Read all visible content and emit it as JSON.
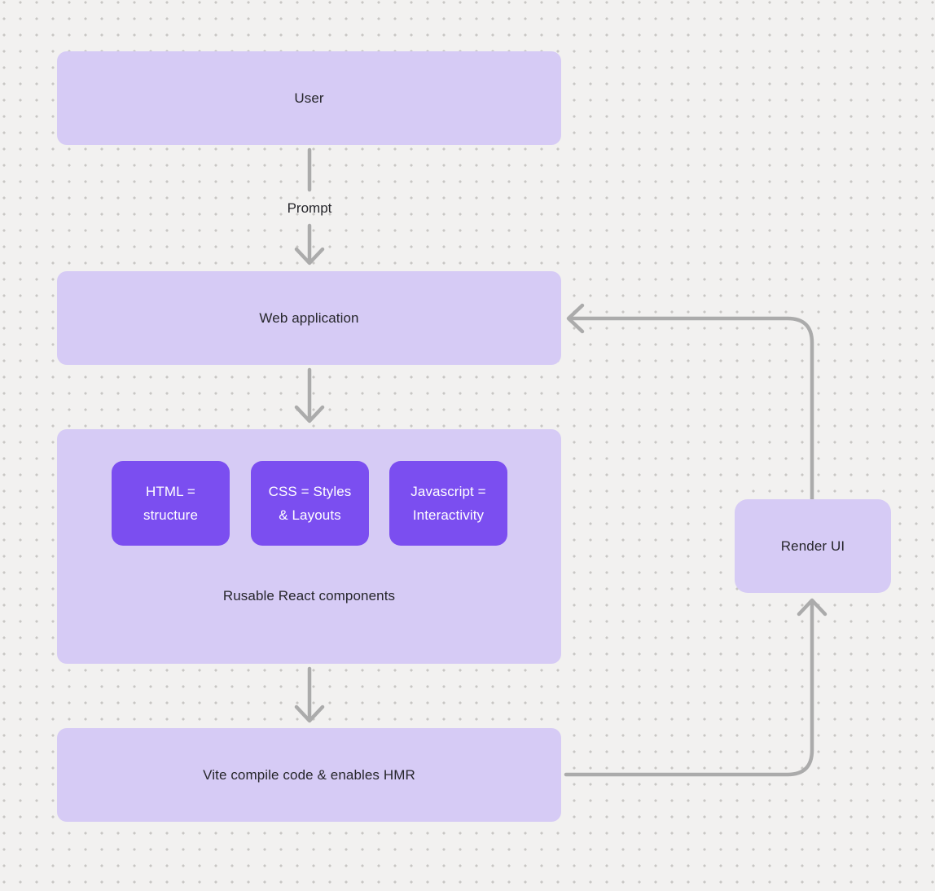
{
  "colors": {
    "background": "#f2f1f0",
    "dot": "#c8c6c4",
    "node_fill": "#d6cbf5",
    "chip_fill": "#7b4ef0",
    "connector": "#ababab",
    "text_dark": "#26262b",
    "text_light": "#ffffff"
  },
  "nodes": {
    "user": {
      "label": "User"
    },
    "web_application": {
      "label": "Web application"
    },
    "components_group": {
      "caption": "Rusable React components",
      "chips": {
        "html": {
          "line1": "HTML =",
          "line2": "structure"
        },
        "css": {
          "line1": "CSS = Styles",
          "line2": "& Layouts"
        },
        "javascript": {
          "line1": "Javascript =",
          "line2": "Interactivity"
        }
      }
    },
    "vite": {
      "label": "Vite compile code & enables HMR"
    },
    "render_ui": {
      "label": "Render UI"
    }
  },
  "edges": {
    "user_to_webapp": {
      "label": "Prompt"
    }
  }
}
